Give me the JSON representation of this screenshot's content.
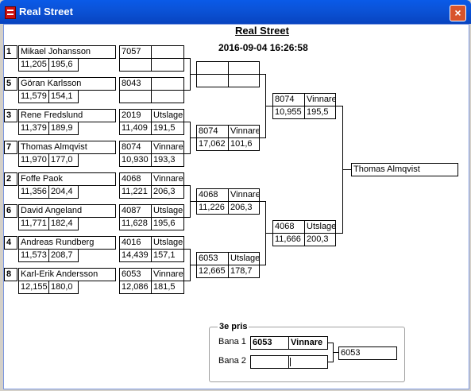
{
  "window": {
    "title": "Real Street",
    "close_label": "×"
  },
  "header": {
    "title": "Real Street",
    "datetime": "2016-09-04 16:26:58"
  },
  "round1": [
    {
      "seed": "1",
      "name": "Mikael Johansson",
      "time": "11,205",
      "speed": "195,6"
    },
    {
      "seed": "5",
      "name": "Göran Karlsson",
      "time": "11,579",
      "speed": "154,1"
    },
    {
      "seed": "3",
      "name": "Rene Fredslund",
      "time": "11,379",
      "speed": "189,9"
    },
    {
      "seed": "7",
      "name": "Thomas Almqvist",
      "time": "11,970",
      "speed": "177,0"
    },
    {
      "seed": "2",
      "name": "Foffe Paok",
      "time": "11,356",
      "speed": "204,4"
    },
    {
      "seed": "6",
      "name": "David Angeland",
      "time": "11,771",
      "speed": "182,4"
    },
    {
      "seed": "4",
      "name": "Andreas Rundberg",
      "time": "11,573",
      "speed": "208,7"
    },
    {
      "seed": "8",
      "name": "Karl-Erik Andersson",
      "time": "12,155",
      "speed": "180,0"
    }
  ],
  "round2": [
    {
      "num": "7057",
      "result": "",
      "time": "",
      "speed": ""
    },
    {
      "num": "8043",
      "result": "",
      "time": "",
      "speed": ""
    },
    {
      "num": "2019",
      "result": "Utslagen",
      "time": "11,409",
      "speed": "191,5"
    },
    {
      "num": "8074",
      "result": "Vinnare",
      "time": "10,930",
      "speed": "193,3"
    },
    {
      "num": "4068",
      "result": "Vinnare",
      "time": "11,221",
      "speed": "206,3"
    },
    {
      "num": "4087",
      "result": "Utslagen",
      "time": "11,628",
      "speed": "195,6"
    },
    {
      "num": "4016",
      "result": "Utslagen",
      "time": "14,439",
      "speed": "157,1"
    },
    {
      "num": "6053",
      "result": "Vinnare",
      "time": "12,086",
      "speed": "181,5"
    }
  ],
  "round3": [
    {
      "num": "",
      "result": "",
      "time": "",
      "speed": ""
    },
    {
      "num": "8074",
      "result": "Vinnare",
      "time": "17,062",
      "speed": "101,6"
    },
    {
      "num": "4068",
      "result": "Vinnare",
      "time": "11,226",
      "speed": "206,3"
    },
    {
      "num": "6053",
      "result": "Utslagen",
      "time": "12,665",
      "speed": "178,7"
    }
  ],
  "semis": [
    {
      "num": "8074",
      "result": "Vinnare",
      "time": "10,955",
      "speed": "195,5"
    },
    {
      "num": "4068",
      "result": "Utslagen",
      "time": "11,666",
      "speed": "200,3"
    }
  ],
  "winner": "Thomas Almqvist",
  "third_place": {
    "legend": "3e pris",
    "lane1_label": "Bana 1",
    "lane2_label": "Bana 2",
    "lane1_num": "6053",
    "lane1_result": "Vinnare",
    "lane2_num": "",
    "lane2_result": "",
    "result": "6053"
  }
}
